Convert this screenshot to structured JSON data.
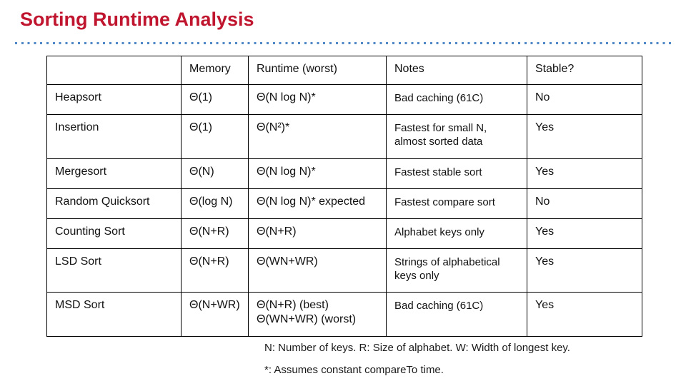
{
  "slide": {
    "title": "Sorting Runtime Analysis",
    "title_color": "#C0152E",
    "divider_color": "#4E86C6"
  },
  "table": {
    "headers": [
      "",
      "Memory",
      "Runtime (worst)",
      "Notes",
      "Stable?"
    ],
    "rows": [
      {
        "name": "Heapsort",
        "memory": "Θ(1)",
        "runtime": "Θ(N log N)*",
        "notes": "Bad caching (61C)",
        "stable": "No"
      },
      {
        "name": "Insertion",
        "memory": "Θ(1)",
        "runtime": "Θ(N²)*",
        "notes": "Fastest for small N,\nalmost sorted data",
        "stable": "Yes"
      },
      {
        "name": "Mergesort",
        "memory": "Θ(N)",
        "runtime": "Θ(N log N)*",
        "notes": "Fastest stable sort",
        "stable": "Yes"
      },
      {
        "name": "Random Quicksort",
        "memory": "Θ(log N)",
        "runtime": "Θ(N log N)* expected",
        "notes": "Fastest compare sort",
        "stable": "No"
      },
      {
        "name": "Counting Sort",
        "memory": "Θ(N+R)",
        "runtime": "Θ(N+R)",
        "notes": "Alphabet keys only",
        "stable": "Yes"
      },
      {
        "name": "LSD Sort",
        "memory": "Θ(N+R)",
        "runtime": "Θ(WN+WR)",
        "notes": "Strings of alphabetical\nkeys only",
        "stable": "Yes"
      },
      {
        "name": "MSD Sort",
        "memory": "Θ(N+WR)",
        "runtime": "Θ(N+R) (best)\nΘ(WN+WR) (worst)",
        "notes": "Bad caching (61C)",
        "stable": "Yes"
      }
    ]
  },
  "footnotes": [
    "N: Number of keys. R: Size of alphabet. W: Width of longest key.",
    "*: Assumes constant compareTo time."
  ]
}
